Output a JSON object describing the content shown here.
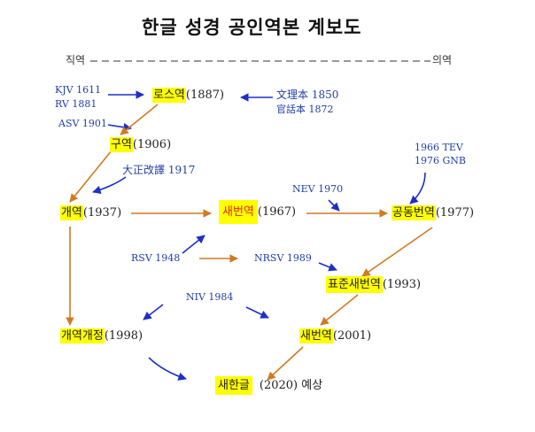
{
  "title": "한글 성경 공인역본 계보도",
  "axis": {
    "left": "직역",
    "right": "의역"
  },
  "sources": {
    "kjv": "KJV 1611",
    "rv": "RV 1881",
    "asv": "ASV 1901",
    "wenli": "文理本 1850",
    "guanhua": "官話本 1872",
    "taisho": "大正改譯 1917",
    "nev": "NEV 1970",
    "tev": "1966 TEV",
    "gnb": "1976 GNB",
    "rsv": "RSV 1948",
    "nrsv": "NRSV 1989",
    "niv": "NIV 1984"
  },
  "nodes": {
    "ross": {
      "name": "로스역",
      "year": "(1887)"
    },
    "old": {
      "name": "구역",
      "year": "(1906)"
    },
    "revised": {
      "name": "개역",
      "year": "(1937)"
    },
    "new": {
      "name": "새번역",
      "year": "(1967)"
    },
    "common": {
      "name": "공동번역",
      "year": "(1977)"
    },
    "standard_new": {
      "name": "표준새번역",
      "year": "(1993)"
    },
    "revised_rev": {
      "name": "개역개정",
      "year": "(1998)"
    },
    "new2": {
      "name": "새번역",
      "year": "(2001)"
    },
    "new_hangul": {
      "name": "새한글",
      "year": "(2020) 예상"
    }
  },
  "colors": {
    "highlight": "#ffff00",
    "arrow_brown": "#d07a22",
    "arrow_blue": "#1e2fc8",
    "label_blue": "#1f3fa8",
    "red_text": "#e8231c"
  }
}
